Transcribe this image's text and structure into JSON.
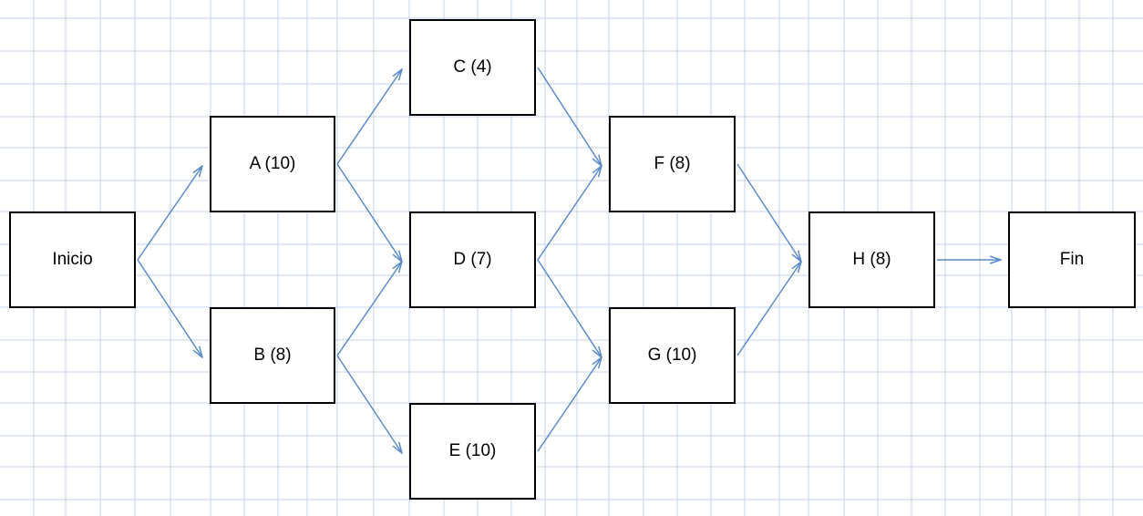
{
  "colors": {
    "grid_line": "#c4d3e8",
    "arrow": "#5b8bc9",
    "node_border": "#000000",
    "node_fill": "#ffffff",
    "text": "#000000"
  },
  "nodes": {
    "inicio": {
      "label": "Inicio"
    },
    "a": {
      "label": "A (10)"
    },
    "b": {
      "label": "B (8)"
    },
    "c": {
      "label": "C (4)"
    },
    "d": {
      "label": "D (7)"
    },
    "e": {
      "label": "E (10)"
    },
    "f": {
      "label": "F (8)"
    },
    "g": {
      "label": "G (10)"
    },
    "h": {
      "label": "H (8)"
    },
    "fin": {
      "label": "Fin"
    }
  },
  "edges": [
    {
      "from": "inicio",
      "to": "a"
    },
    {
      "from": "inicio",
      "to": "b"
    },
    {
      "from": "a",
      "to": "c"
    },
    {
      "from": "a",
      "to": "d"
    },
    {
      "from": "b",
      "to": "d"
    },
    {
      "from": "b",
      "to": "e"
    },
    {
      "from": "c",
      "to": "f"
    },
    {
      "from": "d",
      "to": "f"
    },
    {
      "from": "d",
      "to": "g"
    },
    {
      "from": "e",
      "to": "g"
    },
    {
      "from": "f",
      "to": "h"
    },
    {
      "from": "g",
      "to": "h"
    },
    {
      "from": "h",
      "to": "fin"
    }
  ]
}
